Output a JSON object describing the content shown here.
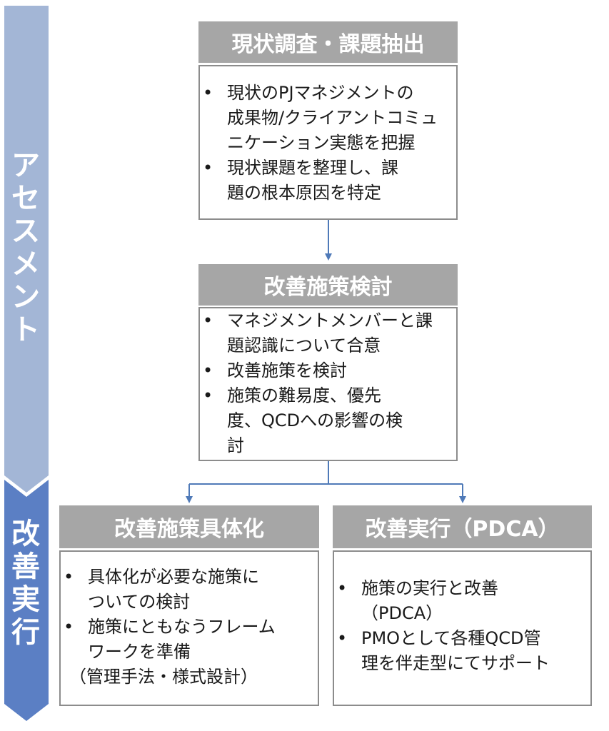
{
  "phases": [
    {
      "label": [
        "ア",
        "セ",
        "ス",
        "メ",
        "ン",
        "ト"
      ],
      "color": "#a3b6d6"
    },
    {
      "label": [
        "改",
        "善",
        "実",
        "行"
      ],
      "color": "#5b7fc4"
    }
  ],
  "boxes": {
    "survey": {
      "title": "現状調査・課題抽出",
      "items": [
        [
          "現状のPJマネジメントの",
          "成果物/クライアントコミュ",
          "ニケーション実態を把握"
        ],
        [
          "現状課題を整理し、課",
          "題の根本原因を特定"
        ]
      ]
    },
    "plan": {
      "title": "改善施策検討",
      "items": [
        [
          "マネジメントメンバーと課",
          "題認識について合意"
        ],
        [
          "改善施策を検討"
        ],
        [
          "施策の難易度、優先",
          "度、QCDへの影響の検",
          "討"
        ]
      ]
    },
    "concretize": {
      "title": "改善施策具体化",
      "items": [
        [
          "具体化が必要な施策に",
          "ついての検討"
        ],
        [
          "施策にともなうフレーム",
          "ワークを準備"
        ]
      ],
      "note": "（管理手法・様式設計）"
    },
    "execute": {
      "title": "改善実行（PDCA）",
      "items": [
        [
          "施策の実行と改善",
          "（PDCA）"
        ],
        [
          "PMOとして各種QCD管",
          "理を伴走型にてサポート"
        ]
      ]
    }
  },
  "colors": {
    "header": "#a6a6a6",
    "connector": "#4f7ab8",
    "border": "#8c8c8c"
  }
}
